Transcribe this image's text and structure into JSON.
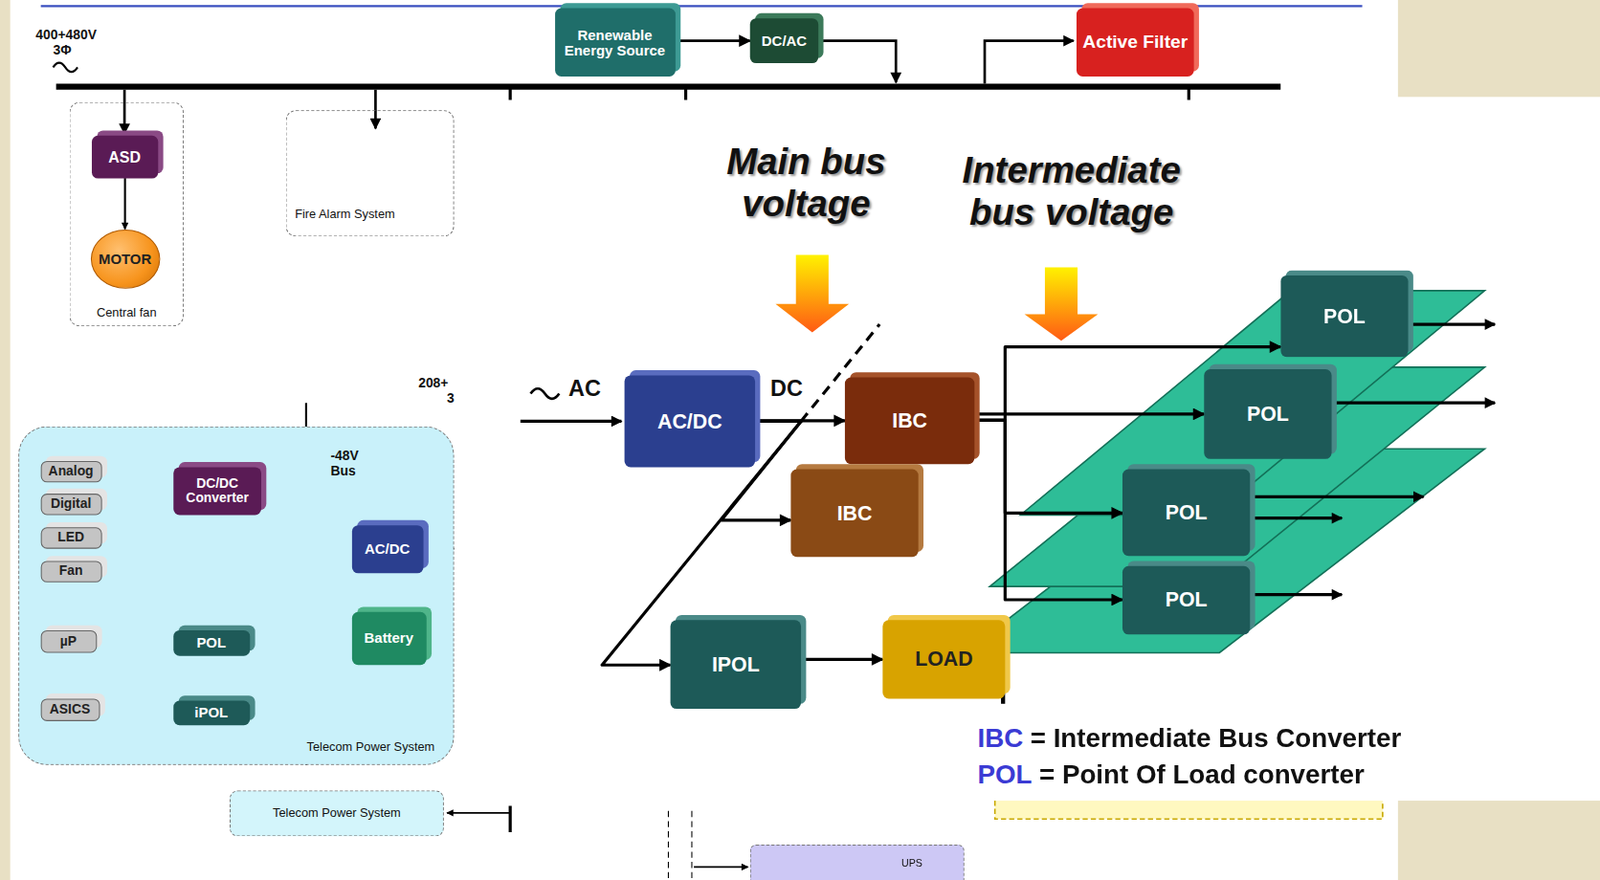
{
  "diagram": {
    "nodes": [
      {
        "text": [
          "Renewable Energy Source"
        ]
      },
      {
        "text": [
          "DC/AC"
        ]
      },
      {
        "text": [
          "Active Filter"
        ]
      },
      {
        "text": [
          "Central fan"
        ]
      },
      {
        "text": [
          "ASD"
        ],
        "in": 3
      },
      {
        "text": [
          "MOTOR"
        ],
        "in": 3
      },
      {
        "text": [
          "Fire Alarm System"
        ]
      },
      {
        "text": [
          "Telecom Power System"
        ]
      },
      {
        "text": [
          "Analog"
        ],
        "in": 7
      },
      {
        "text": [
          "Digital"
        ],
        "in": 7
      },
      {
        "text": [
          "LED"
        ],
        "in": 7
      },
      {
        "text": [
          "Fan"
        ],
        "in": 7
      },
      {
        "text": [
          "DC/DC Converter"
        ],
        "in": 7
      },
      {
        "text": [
          "µP"
        ],
        "in": 7
      },
      {
        "text": [
          "POL"
        ],
        "in": 7
      },
      {
        "text": [
          "ASICS"
        ],
        "in": 7
      },
      {
        "text": [
          "iPOL"
        ],
        "in": 7
      },
      {
        "text": [
          "AC/DC"
        ],
        "in": 7
      },
      {
        "text": [
          "Battery"
        ],
        "in": 7
      },
      {
        "text": [
          "AC/DC"
        ]
      },
      {
        "text": [
          "IBC"
        ]
      },
      {
        "text": [
          "IBC"
        ]
      },
      {
        "text": [
          "POL"
        ]
      },
      {
        "text": [
          "POL"
        ]
      },
      {
        "text": [
          "POL"
        ]
      },
      {
        "text": [
          "POL"
        ]
      },
      {
        "text": [
          "IPOL"
        ]
      },
      {
        "text": [
          "LOAD"
        ]
      },
      {
        "text": [
          "Telecom Power System"
        ]
      },
      {
        "text": [
          "UPS"
        ]
      }
    ],
    "edges": [
      {
        "from": 0,
        "to": 1,
        "arrow": "to"
      },
      {
        "from": 4,
        "to": 5,
        "arrow": "to"
      },
      {
        "from": 12,
        "to": 8,
        "arrow": "to"
      },
      {
        "from": 12,
        "to": 9,
        "arrow": "to"
      },
      {
        "from": 12,
        "to": 10,
        "arrow": "to"
      },
      {
        "from": 12,
        "to": 11,
        "arrow": "to"
      },
      {
        "from": 12,
        "to": 14,
        "arrow": "to"
      },
      {
        "from": 14,
        "to": 13,
        "arrow": "to"
      },
      {
        "from": 16,
        "to": 15,
        "arrow": "to"
      },
      {
        "from": 19,
        "to": 20,
        "arrow": "to"
      },
      {
        "from": 19,
        "to": 21,
        "arrow": "to"
      },
      {
        "from": 19,
        "to": 26,
        "arrow": "to"
      },
      {
        "from": 20,
        "to": 22,
        "arrow": "to"
      },
      {
        "from": 20,
        "to": 23,
        "arrow": "to"
      },
      {
        "from": 20,
        "to": 24,
        "arrow": "to"
      },
      {
        "from": 20,
        "to": 25,
        "arrow": "to"
      },
      {
        "from": 26,
        "to": 27,
        "arrow": "to"
      }
    ],
    "labels": [
      "400+480V",
      "3Φ",
      "Main bus voltage",
      "Intermediate bus voltage",
      "AC",
      "DC",
      "-48V Bus",
      "208+",
      "3",
      "IBC",
      "= Intermediate Bus Converter",
      "POL",
      "= Point Of Load converter"
    ]
  }
}
